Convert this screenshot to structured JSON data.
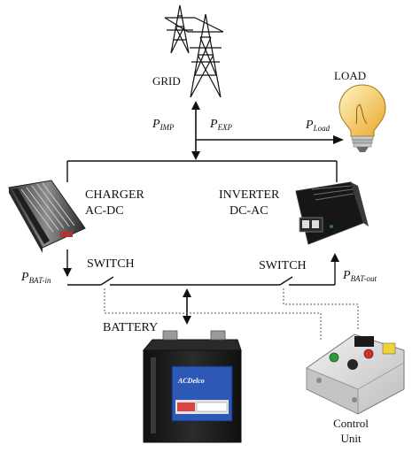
{
  "labels": {
    "grid": "GRID",
    "load": "LOAD",
    "charger_line1": "CHARGER",
    "charger_line2": "AC-DC",
    "inverter_line1": "INVERTER",
    "inverter_line2": "DC-AC",
    "switch_left": "SWITCH",
    "switch_right": "SWITCH",
    "battery": "BATTERY",
    "control_line1": "Control",
    "control_line2": "Unit",
    "battery_brand": "ACDelco"
  },
  "power": {
    "imp": {
      "base": "P",
      "sub": "IMP"
    },
    "exp": {
      "base": "P",
      "sub": "EXP"
    },
    "load": {
      "base": "P",
      "sub": "Load"
    },
    "bat_in": {
      "base": "P",
      "sub": "BAT-in"
    },
    "bat_out": {
      "base": "P",
      "sub": "BAT-out"
    }
  },
  "colors": {
    "line": "#111111",
    "dotted": "#555555",
    "bulb_glass": "#f3d36b",
    "battery_body": "#1b1b1b",
    "battery_label": "#2e58b5",
    "control_box": "#d9d9d9"
  }
}
